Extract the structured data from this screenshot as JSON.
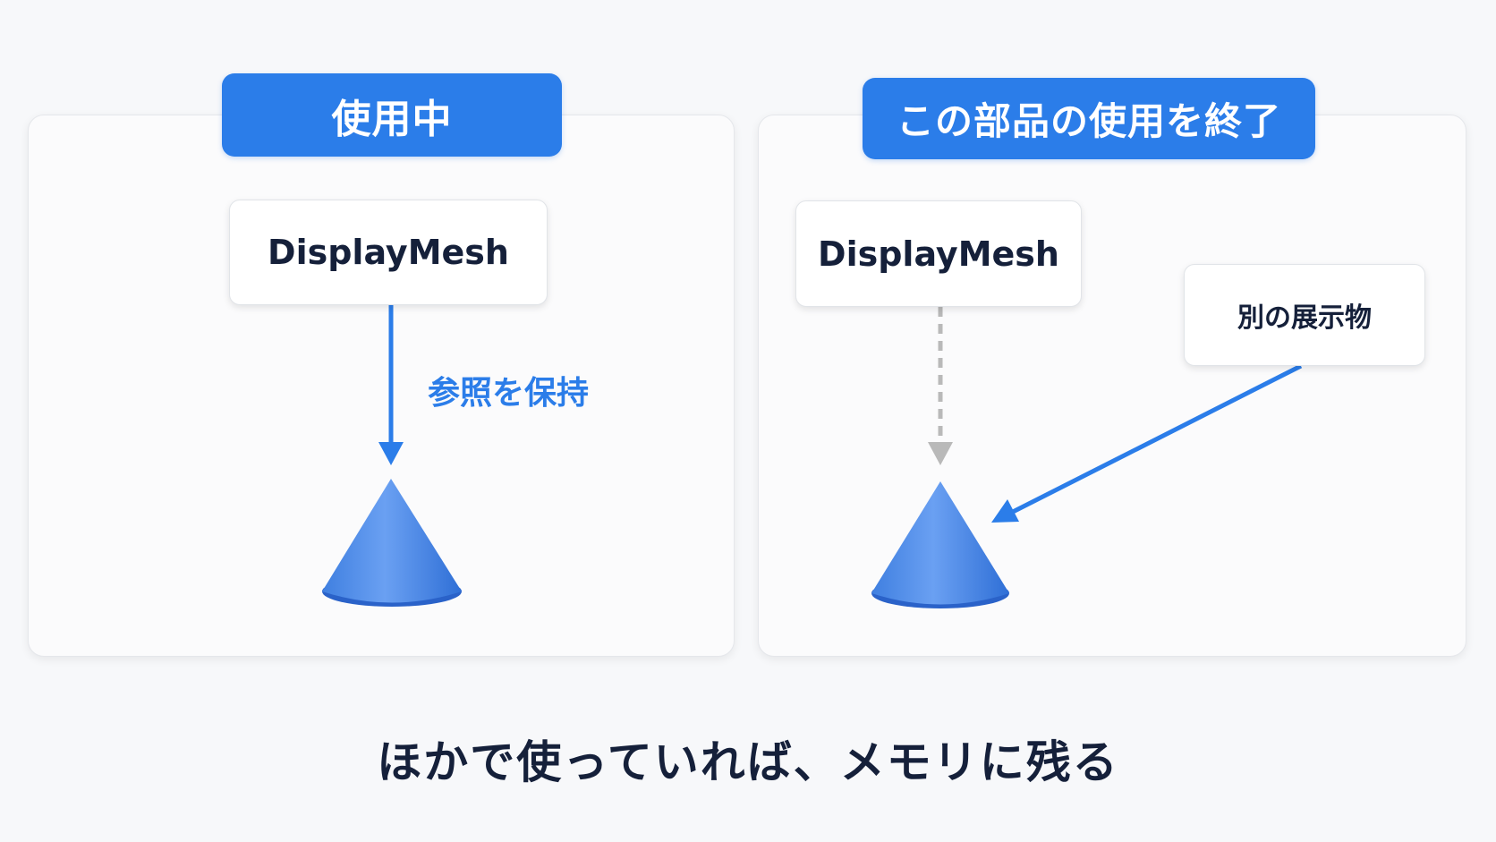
{
  "left_panel": {
    "badge": "使用中",
    "mesh_node": "DisplayMesh",
    "arrow_label": "参照を保持"
  },
  "right_panel": {
    "badge": "この部品の使用を終了",
    "mesh_node": "DisplayMesh",
    "other_node": "別の展示物"
  },
  "caption": "ほかで使っていれば、メモリに残る",
  "colors": {
    "accent": "#2b7de9",
    "text": "#15203a",
    "dashed_arrow": "#b9b9b9"
  }
}
